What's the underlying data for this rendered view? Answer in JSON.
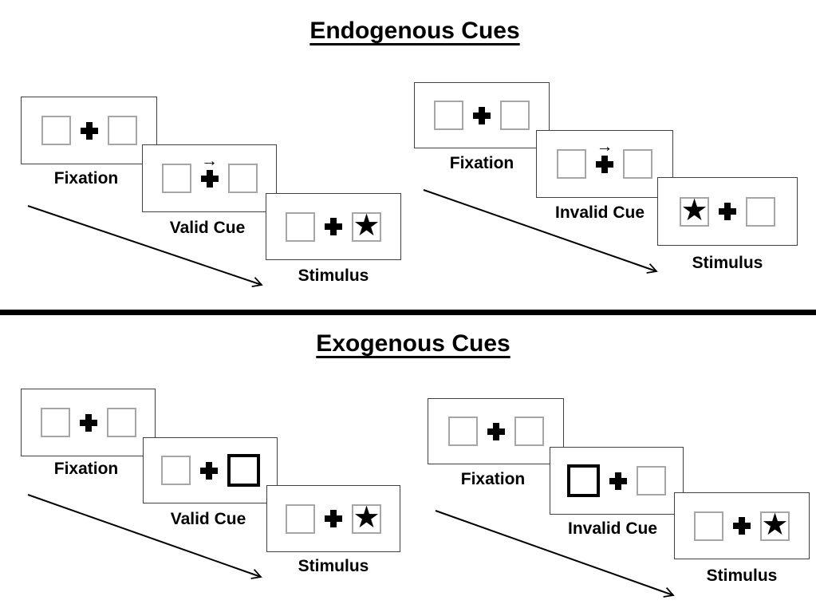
{
  "sections": [
    {
      "title": "Endogenous Cues",
      "groups": [
        {
          "name": "valid",
          "panels": [
            {
              "label": "Fixation",
              "type": "fixation",
              "left_box": "empty",
              "center": "plus",
              "right_box": "empty"
            },
            {
              "label": "Valid Cue",
              "type": "arrow-cue",
              "left_box": "empty",
              "center": "plus-with-right-arrow",
              "right_box": "empty"
            },
            {
              "label": "Stimulus",
              "type": "stimulus",
              "left_box": "empty",
              "center": "plus",
              "right_box": "star"
            }
          ]
        },
        {
          "name": "invalid",
          "panels": [
            {
              "label": "Fixation",
              "type": "fixation",
              "left_box": "empty",
              "center": "plus",
              "right_box": "empty"
            },
            {
              "label": "Invalid Cue",
              "type": "arrow-cue",
              "left_box": "empty",
              "center": "plus-with-right-arrow",
              "right_box": "empty"
            },
            {
              "label": "Stimulus",
              "type": "stimulus",
              "left_box": "star",
              "center": "plus",
              "right_box": "empty"
            }
          ]
        }
      ]
    },
    {
      "title": "Exogenous Cues",
      "groups": [
        {
          "name": "valid",
          "panels": [
            {
              "label": "Fixation",
              "type": "fixation",
              "left_box": "empty",
              "center": "plus",
              "right_box": "empty"
            },
            {
              "label": "Valid Cue",
              "type": "box-cue",
              "left_box": "empty",
              "center": "plus",
              "right_box": "thick-outline"
            },
            {
              "label": "Stimulus",
              "type": "stimulus",
              "left_box": "empty",
              "center": "plus",
              "right_box": "star"
            }
          ]
        },
        {
          "name": "invalid",
          "panels": [
            {
              "label": "Fixation",
              "type": "fixation",
              "left_box": "empty",
              "center": "plus",
              "right_box": "empty"
            },
            {
              "label": "Invalid Cue",
              "type": "box-cue",
              "left_box": "thick-outline",
              "center": "plus",
              "right_box": "empty"
            },
            {
              "label": "Stimulus",
              "type": "stimulus",
              "left_box": "empty",
              "center": "plus",
              "right_box": "star"
            }
          ]
        }
      ]
    }
  ],
  "icons": {
    "star": "★",
    "cue_arrow": "→"
  },
  "colors": {
    "background": "#ffffff",
    "ink": "#000000",
    "panel_border": "#404040",
    "square_border": "#a6a6a6",
    "divider": "#000000"
  }
}
